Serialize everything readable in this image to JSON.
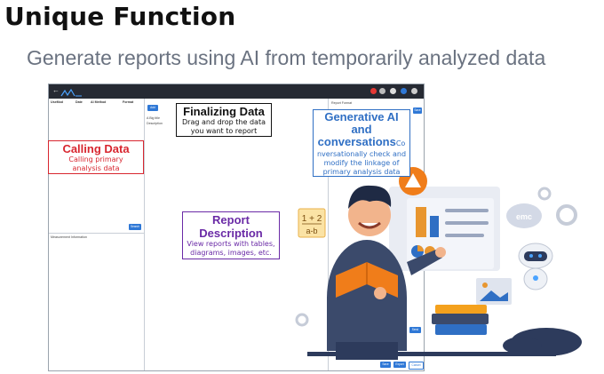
{
  "title": "Unique Function",
  "subtitle": "Generate reports using AI from temporarily analyzed data",
  "app": {
    "columns": [
      "UseMod",
      "Date",
      "AI Method",
      "Format"
    ],
    "add_label": "Add",
    "mid_labels": [
      "A Big title",
      "Description"
    ],
    "report_format_label": "Report Format",
    "save_label": "Save",
    "search_label": "Search",
    "measurement_label": "Measurement Information",
    "attach_label": "Attach",
    "send_label": "Send",
    "save2_label": "Save",
    "export_label": "Export",
    "cancel_label": "Cancel"
  },
  "callouts": {
    "calling": {
      "heading": "Calling Data",
      "desc": "Calling primary analysis data",
      "color": "#d8262f"
    },
    "finalizing": {
      "heading": "Finalizing Data",
      "desc": "Drag and drop the data you want to report",
      "color": "#111111"
    },
    "generative": {
      "heading_1": "Generative AI",
      "heading_2": "and",
      "heading_3": "conversations",
      "heading_tail": "Co",
      "desc": "nversationally check and modify the linkage of primary analysis data",
      "color": "#2f6fc4"
    },
    "report": {
      "heading": "Report Description",
      "desc": "View reports with tables, diagrams, images, etc.",
      "color": "#6a2aa6"
    }
  },
  "illustration": {
    "card_label": "1 + 2 / a-b",
    "cloud_label": "emc",
    "icons": [
      "gear-icon",
      "robot-icon",
      "pie-chart-icon",
      "bar-chart-icon",
      "image-icon",
      "books-icon"
    ]
  },
  "colors": {
    "accent": "#2f78d6",
    "topbar": "#262a33"
  }
}
